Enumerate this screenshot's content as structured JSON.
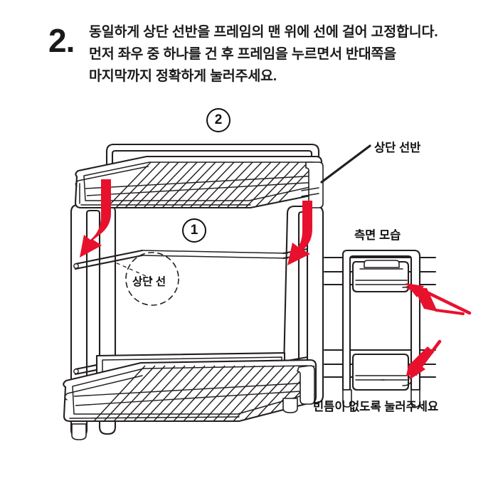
{
  "page": {
    "background": "#ffffff",
    "line_color": "#231f20",
    "arrow_color": "#e8112d",
    "text_color": "#1b1b1b"
  },
  "header": {
    "step_number": "2.",
    "lines": [
      "동일하게 상단 선반을 프레임의 맨 위에 선에 걸어 고정합니다.",
      "먼저 좌우  중 하나를 건 후  프레임을 누르면서 반대쪽을",
      "마지막까지 정확하게 눌러주세요."
    ]
  },
  "callouts": {
    "badge_2": "2",
    "badge_1": "1",
    "top_shelf_label": "상단 선반",
    "top_wire_label": "상단 선",
    "side_view_label": "측면 모습",
    "no_gap_label": "빈틈이 없도록 눌러주세요"
  },
  "icons": {
    "down_arrow_left": "red-curved-down-arrow-icon",
    "down_arrow_right": "red-curved-down-arrow-icon",
    "side_arrow_top": "red-diagonal-arrow-icon",
    "side_arrow_bottom": "red-diagonal-arrow-icon",
    "leader_line": "leader-line-icon",
    "dashed_circle": "dashed-circle-highlight-icon"
  },
  "diagram": {
    "main_view_name": "two-tier-wire-rack-perspective",
    "detail_view_name": "rack-side-profile-detail"
  }
}
